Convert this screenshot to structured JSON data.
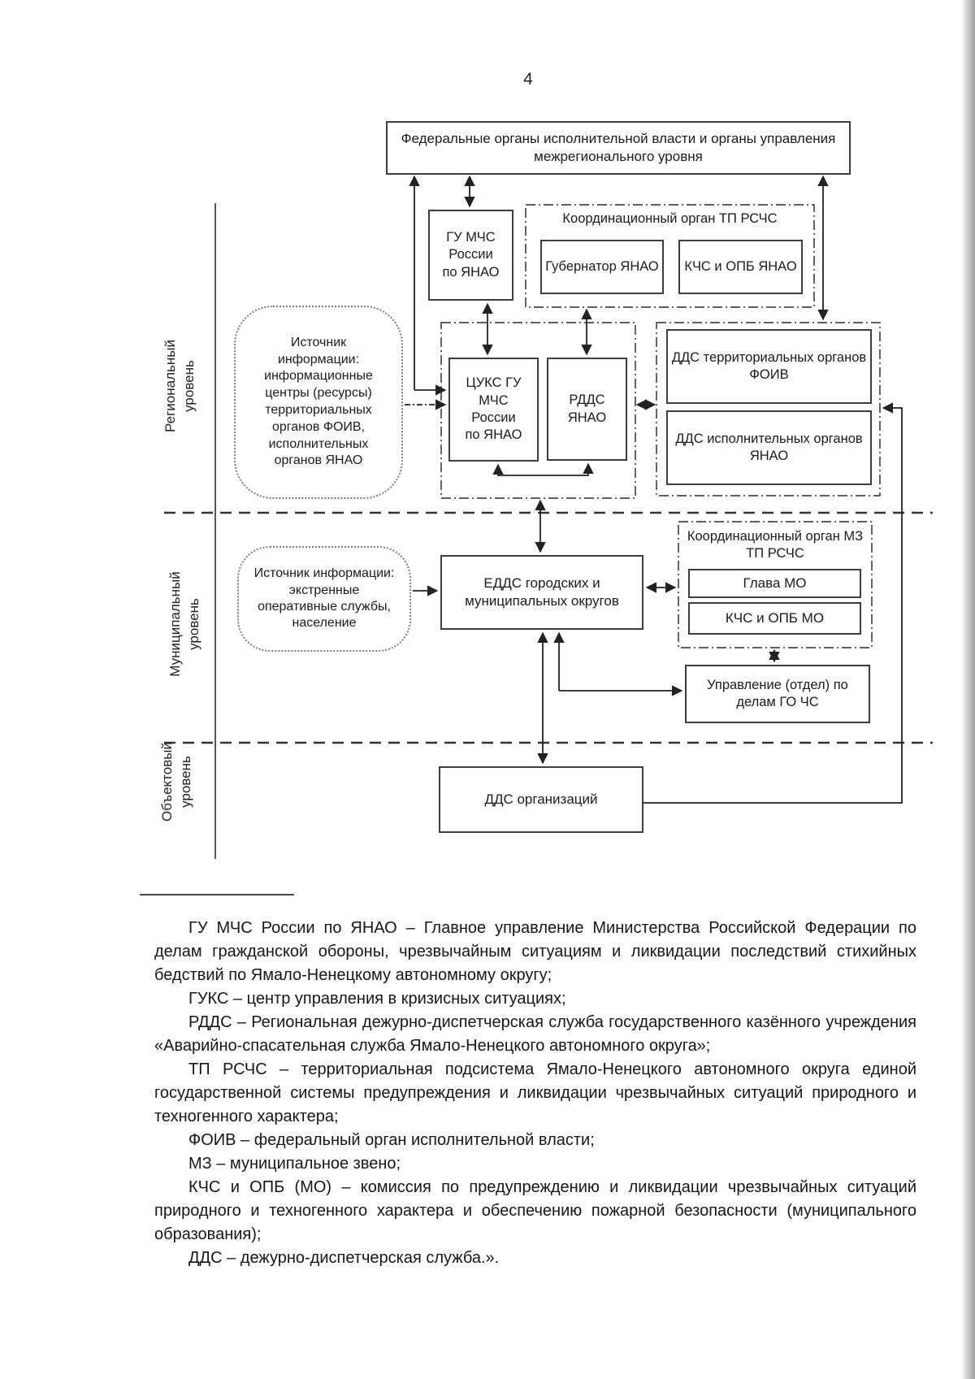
{
  "page": {
    "number": "4"
  },
  "diagram": {
    "levels": [
      {
        "label": "Региональный уровень"
      },
      {
        "label": "Муниципальный уровень"
      },
      {
        "label": "Объектовый уровень"
      }
    ],
    "nodes": {
      "federal": "Федеральные органы исполнительной власти и органы управления межрегионального уровня",
      "gu_mchs": "ГУ МЧС России по ЯНАО",
      "koord_tp_label": "Координационный орган ТП РСЧС",
      "gubernator": "Губернатор ЯНАО",
      "kchs_opb_yanao": "КЧС и ОПБ ЯНАО",
      "istochnik_reg": "Источник информации: информационные центры (ресурсы) территориальных органов ФОИВ, исполнительных органов ЯНАО",
      "cuks": "ЦУКС ГУ МЧС России по ЯНАО",
      "rdds": "РДДС ЯНАО",
      "dds_foiv": "ДДС территориальных органов ФОИВ",
      "dds_ispoln": "ДДС исполнительных органов ЯНАО",
      "istochnik_mun": "Источник информации: экстренные оперативные службы, население",
      "edds": "ЕДДС городских и муниципальных округов",
      "koord_mz_label": "Координационный орган МЗ ТП РСЧС",
      "glava_mo": "Глава МО",
      "kchs_opb_mo": "КЧС и ОПБ МО",
      "upravlenie": "Управление (отдел) по делам ГО ЧС",
      "dds_org": "ДДС организаций"
    }
  },
  "footnotes": {
    "items": [
      "ГУ МЧС России по ЯНАО – Главное управление Министерства Российской Федерации по делам гражданской обороны, чрезвычайным ситуациям и ликвидации последствий стихийных бедствий по Ямало-Ненецкому автономному округу;",
      "ГУКС – центр управления в кризисных ситуациях;",
      "РДДС – Региональная дежурно-диспетчерская служба государственного казённого учреждения «Аварийно-спасательная служба Ямало-Ненецкого автономного округа»;",
      "ТП РСЧС – территориальная подсистема Ямало-Ненецкого автономного округа единой государственной системы предупреждения и ликвидации чрезвычайных ситуаций природного и техногенного характера;",
      "ФОИВ – федеральный орган исполнительной власти;",
      "МЗ – муниципальное звено;",
      "КЧС и ОПБ (МО) – комиссия по предупреждению и ликвидации чрезвычайных ситуаций природного и техногенного характера и обеспечению пожарной безопасности (муниципального образования);",
      "ДДС – дежурно-диспетчерская служба.»."
    ]
  }
}
